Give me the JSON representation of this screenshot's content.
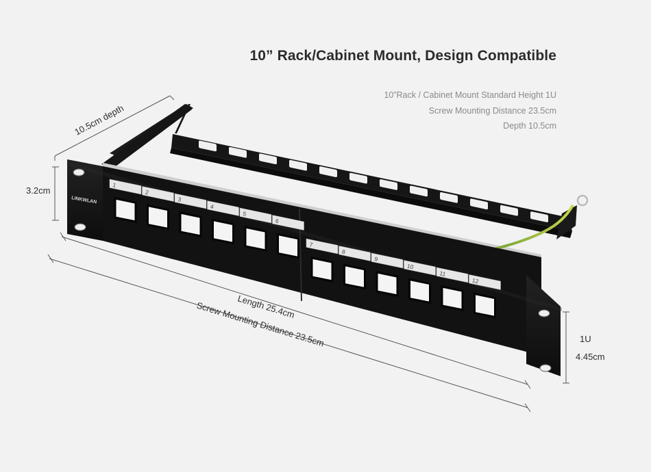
{
  "headline": "10” Rack/Cabinet Mount, Design Compatible",
  "specs": [
    "10”Rack / Cabinet Mount Standard Height 1U",
    "Screw Mounting Distance 23.5cm",
    "Depth 10.5cm"
  ],
  "dimensions": {
    "depth": "10.5cm depth",
    "height_left": "3.2cm",
    "length": "Length 25.4cm",
    "screw_distance": "Screw Mounting Distance 23.5cm",
    "height_units": "1U",
    "height_metric": "4.45cm"
  },
  "brand": "LINKWLAN",
  "ports": [
    "1",
    "2",
    "3",
    "4",
    "5",
    "6",
    "7",
    "8",
    "9",
    "10",
    "11",
    "12"
  ],
  "colors": {
    "background": "#f2f2f2",
    "panel": "#141414",
    "label_strip": "#e6e6e6",
    "ground_wire": "#b5c94a"
  }
}
